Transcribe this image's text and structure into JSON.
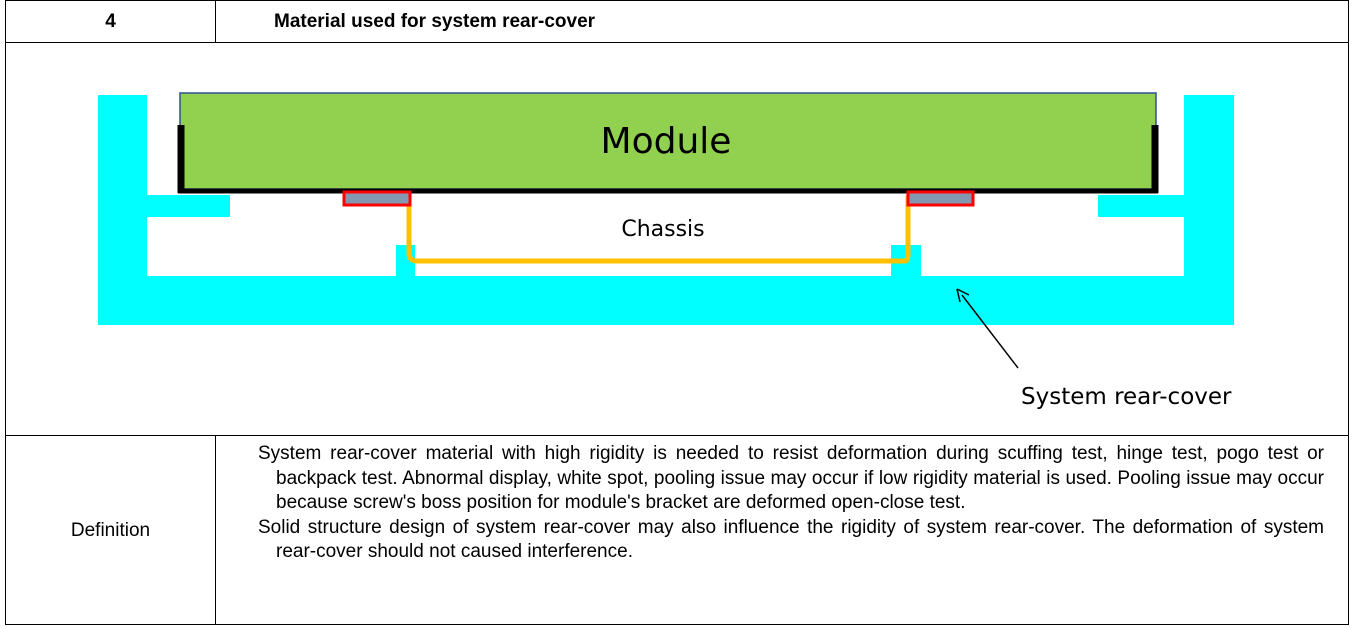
{
  "header": {
    "number": "4",
    "title": "Material used for system rear-cover"
  },
  "diagram": {
    "module_label": "Module",
    "chassis_label": "Chassis",
    "rear_cover_label": "System rear-cover",
    "colors": {
      "rear_cover": "#00ffff",
      "module": "#92d050",
      "chassis": "#ffc000",
      "gasket": "#ff0000",
      "bracket": "#8497b0"
    }
  },
  "definition": {
    "label": "Definition",
    "paragraph_1": "System rear-cover material with high rigidity is needed to resist deformation during scuffing test, hinge test, pogo test or backpack test. Abnormal display, white spot, pooling issue may occur if low rigidity material is used. Pooling issue may occur because screw's boss position for module's bracket are deformed open-close test.",
    "paragraph_2": "Solid structure design of system rear-cover may also influence the rigidity of system rear-cover. The deformation of system rear-cover should not caused interference."
  }
}
